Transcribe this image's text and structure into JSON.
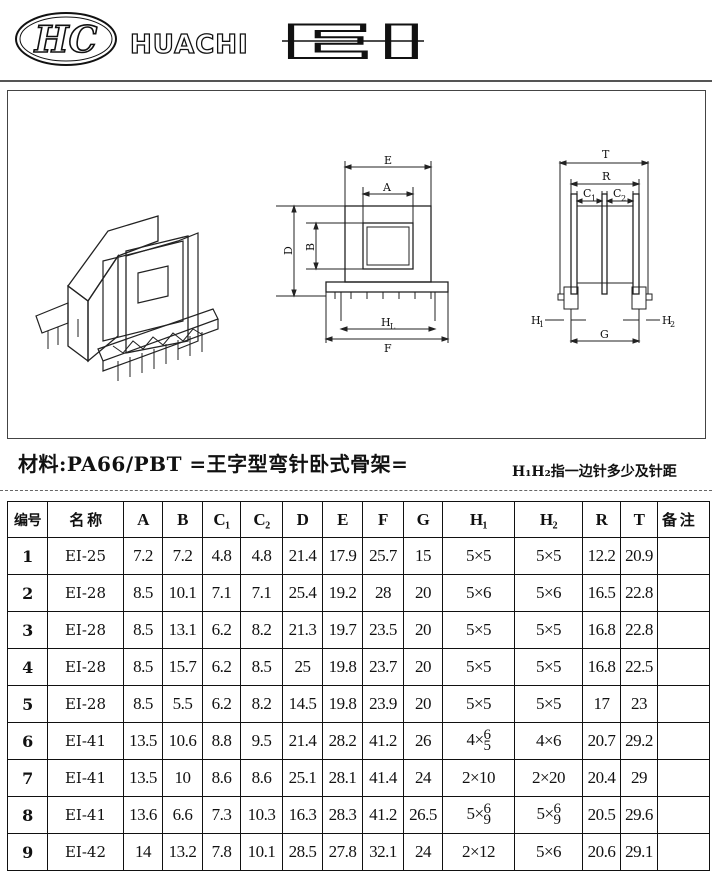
{
  "header": {
    "logo_text": "HC",
    "brand": "HUACHI",
    "series": "EI"
  },
  "drawing_labels": {
    "E": "E",
    "A": "A",
    "D": "D",
    "B": "B",
    "H1": "H",
    "H1_sub": "L",
    "F": "F",
    "T": "T",
    "R": "R",
    "C1": "C",
    "C1_sub": "1",
    "C2": "C",
    "C2_sub": "2",
    "Hl": "H",
    "Hl_sub": "1",
    "Hr": "H",
    "Hr_sub": "2",
    "G": "G"
  },
  "material": "材料:PA66/PBT  =王字型弯针卧式骨架=",
  "note": "H₁H₂指一边针多少及针距",
  "table": {
    "headers": [
      "编号",
      "名 称",
      "A",
      "B",
      "C₁",
      "C₂",
      "D",
      "E",
      "F",
      "G",
      "H₁",
      "H₂",
      "R",
      "T",
      "备 注"
    ],
    "rows": [
      {
        "no": "1",
        "name": "EI-25",
        "A": "7.2",
        "B": "7.2",
        "C1": "4.8",
        "C2": "4.8",
        "D": "21.4",
        "E": "17.9",
        "F": "25.7",
        "G": "15",
        "H1": "5×5",
        "H2": "5×5",
        "R": "12.2",
        "T": "20.9",
        "note": ""
      },
      {
        "no": "2",
        "name": "EI-28",
        "A": "8.5",
        "B": "10.1",
        "C1": "7.1",
        "C2": "7.1",
        "D": "25.4",
        "E": "19.2",
        "F": "28",
        "G": "20",
        "H1": "5×6",
        "H2": "5×6",
        "R": "16.5",
        "T": "22.8",
        "note": ""
      },
      {
        "no": "3",
        "name": "EI-28",
        "A": "8.5",
        "B": "13.1",
        "C1": "6.2",
        "C2": "8.2",
        "D": "21.3",
        "E": "19.7",
        "F": "23.5",
        "G": "20",
        "H1": "5×5",
        "H2": "5×5",
        "R": "16.8",
        "T": "22.8",
        "note": ""
      },
      {
        "no": "4",
        "name": "EI-28",
        "A": "8.5",
        "B": "15.7",
        "C1": "6.2",
        "C2": "8.5",
        "D": "25",
        "E": "19.8",
        "F": "23.7",
        "G": "20",
        "H1": "5×5",
        "H2": "5×5",
        "R": "16.8",
        "T": "22.5",
        "note": ""
      },
      {
        "no": "5",
        "name": "EI-28",
        "A": "8.5",
        "B": "5.5",
        "C1": "6.2",
        "C2": "8.2",
        "D": "14.5",
        "E": "19.8",
        "F": "23.9",
        "G": "20",
        "H1": "5×5",
        "H2": "5×5",
        "R": "17",
        "T": "23",
        "note": ""
      },
      {
        "no": "6",
        "name": "EI-41",
        "A": "13.5",
        "B": "10.6",
        "C1": "8.8",
        "C2": "9.5",
        "D": "21.4",
        "E": "28.2",
        "F": "41.2",
        "G": "26",
        "H1": "4×",
        "H1_top": "6",
        "H1_bot": "5",
        "H2": "4×6",
        "R": "20.7",
        "T": "29.2",
        "note": ""
      },
      {
        "no": "7",
        "name": "EI-41",
        "A": "13.5",
        "B": "10",
        "C1": "8.6",
        "C2": "8.6",
        "D": "25.1",
        "E": "28.1",
        "F": "41.4",
        "G": "24",
        "H1": "2×10",
        "H2": "2×20",
        "R": "20.4",
        "T": "29",
        "note": ""
      },
      {
        "no": "8",
        "name": "EI-41",
        "A": "13.6",
        "B": "6.6",
        "C1": "7.3",
        "C2": "10.3",
        "D": "16.3",
        "E": "28.3",
        "F": "41.2",
        "G": "26.5",
        "H1": "5×",
        "H1_top": "6",
        "H1_bot": "9",
        "H2": "5×",
        "H2_top": "6",
        "H2_bot": "9",
        "R": "20.5",
        "T": "29.6",
        "note": ""
      },
      {
        "no": "9",
        "name": "EI-42",
        "A": "14",
        "B": "13.2",
        "C1": "7.8",
        "C2": "10.1",
        "D": "28.5",
        "E": "27.8",
        "F": "32.1",
        "G": "24",
        "H1": "2×12",
        "H2": "5×6",
        "R": "20.6",
        "T": "29.1",
        "note": ""
      }
    ]
  }
}
